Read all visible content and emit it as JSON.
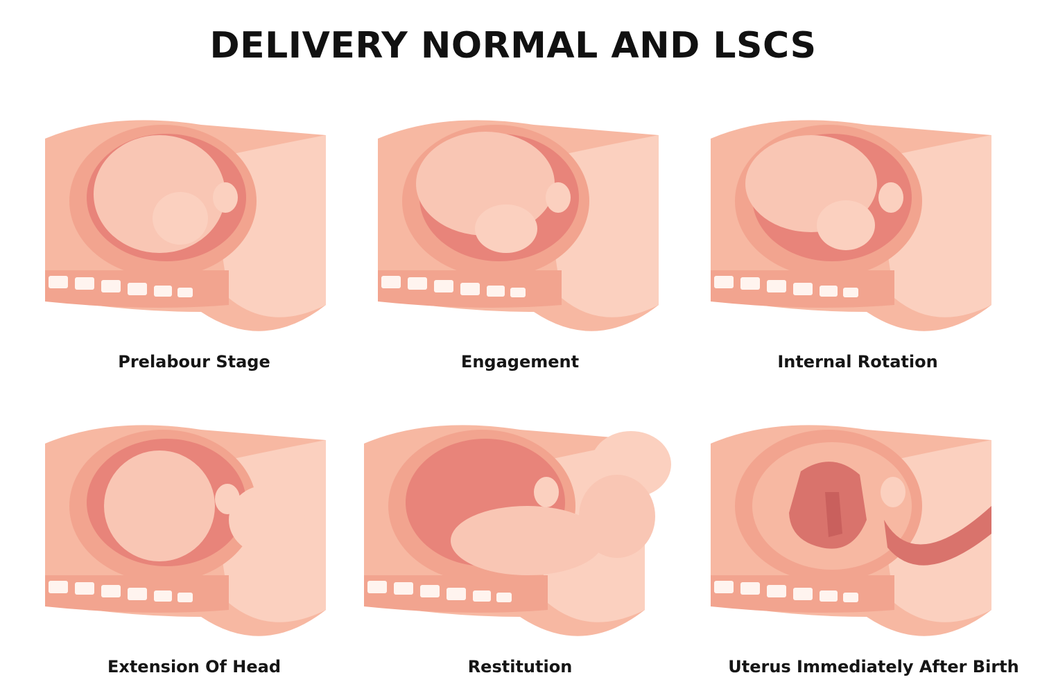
{
  "page": {
    "title": "DELIVERY NORMAL AND LSCS"
  },
  "stages": [
    {
      "label": "Prelabour Stage"
    },
    {
      "label": "Engagement"
    },
    {
      "label": "Internal Rotation"
    },
    {
      "label": "Extension Of Head"
    },
    {
      "label": "Restitution"
    },
    {
      "label": "Uterus Immediately After Birth"
    }
  ],
  "colors": {
    "skin": "#f7b8a2",
    "skin_light": "#fbd0bf",
    "uterus_wall": "#f2a48f",
    "cavity": "#e8847a",
    "baby": "#f9c6b4",
    "spine": "#fff4ef",
    "title_text": "#111111"
  }
}
